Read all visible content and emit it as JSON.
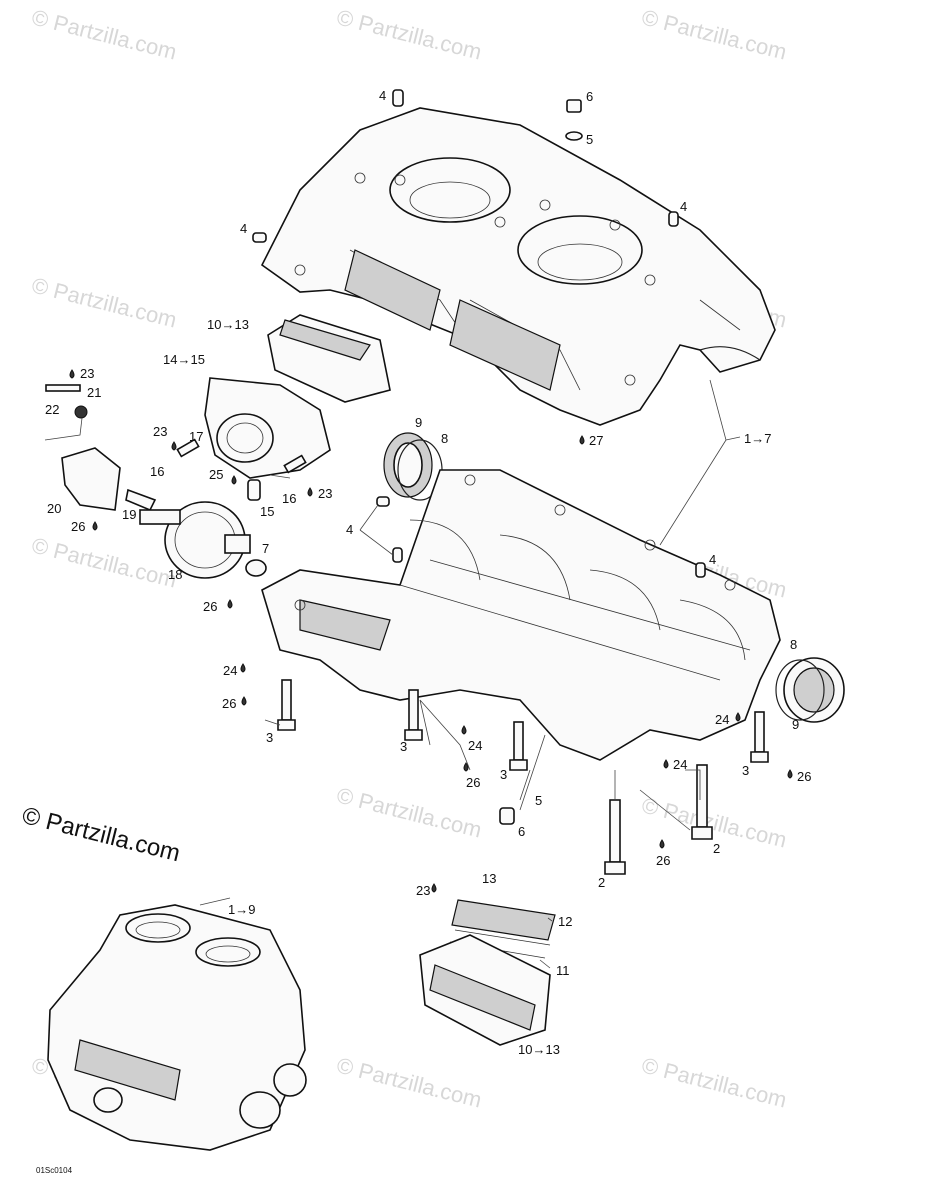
{
  "watermark": {
    "text": "© Partzilla.com"
  },
  "footer": {
    "diagram_code": "01Sc0104"
  },
  "callouts": {
    "c4a": "4",
    "c6a": "6",
    "c5a": "5",
    "c4b": "4",
    "c4c": "4",
    "c1013a": "10→13",
    "c1415": "14→15",
    "c23a": "23",
    "c21": "21",
    "c22": "22",
    "c23b": "23",
    "c17": "17",
    "c16a": "16",
    "c25": "25",
    "c15": "15",
    "c16b": "16",
    "c23c": "23",
    "c20": "20",
    "c19": "19",
    "c26a": "26",
    "c7": "7",
    "c18": "18",
    "c26b": "26",
    "c9a": "9",
    "c8a": "8",
    "c27": "27",
    "c17b": "1→7",
    "c4d": "4",
    "c4e": "4",
    "c8b": "8",
    "c9b": "9",
    "c24a": "24",
    "c26c": "26",
    "c3a": "3",
    "c3b": "3",
    "c24b": "24",
    "c26d": "26",
    "c3c": "3",
    "c24c": "24",
    "c3d": "3",
    "c26e": "26",
    "c24d": "24",
    "c5b": "5",
    "c6b": "6",
    "c26f": "26",
    "c2a": "2",
    "c2b": "2",
    "c19b": "1→9",
    "c23d": "23",
    "c13": "13",
    "c12": "12",
    "c11": "11",
    "c1013b": "10→13"
  }
}
